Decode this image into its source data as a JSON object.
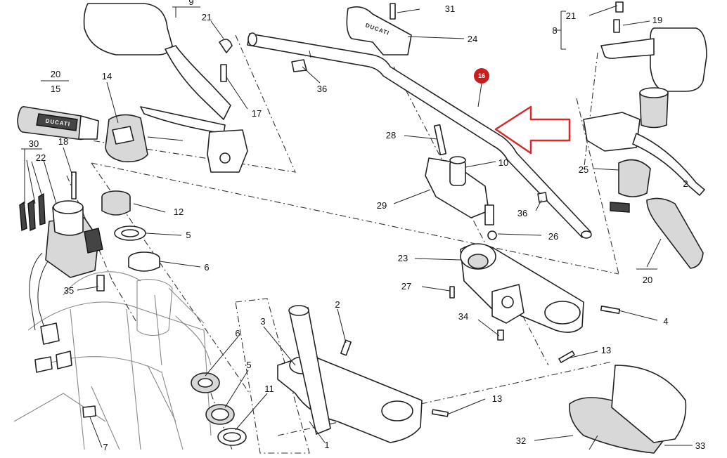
{
  "highlight": {
    "badge": "16",
    "arrow_color": "#d42a2a",
    "badge_color": "#c81e1e"
  },
  "brand_marks": {
    "grip": "DUCATI",
    "clamp": "DUCATI"
  },
  "callouts": {
    "c1": "1",
    "c2": "2",
    "c3": "3",
    "c4": "4",
    "c5a": "5",
    "c5b": "5",
    "c6a": "6",
    "c6b": "6",
    "c7": "7",
    "c8": "8",
    "c9": "9",
    "c10": "10",
    "c11": "11",
    "c12": "12",
    "c13a": "13",
    "c13b": "13",
    "c14": "14",
    "c15": "15",
    "c17": "17",
    "c18": "18",
    "c19": "19",
    "c20a": "20",
    "c20b": "20",
    "c21a": "21",
    "c21b": "21",
    "c22": "22",
    "c23": "23",
    "c24": "24",
    "c25": "25",
    "c26": "26",
    "c27": "27",
    "c28": "28",
    "c29": "29",
    "c30": "30",
    "c31": "31",
    "c32": "32",
    "c33": "33",
    "c34": "34",
    "c35": "35",
    "c36a": "36",
    "c36b": "36",
    "c2b": "2"
  }
}
